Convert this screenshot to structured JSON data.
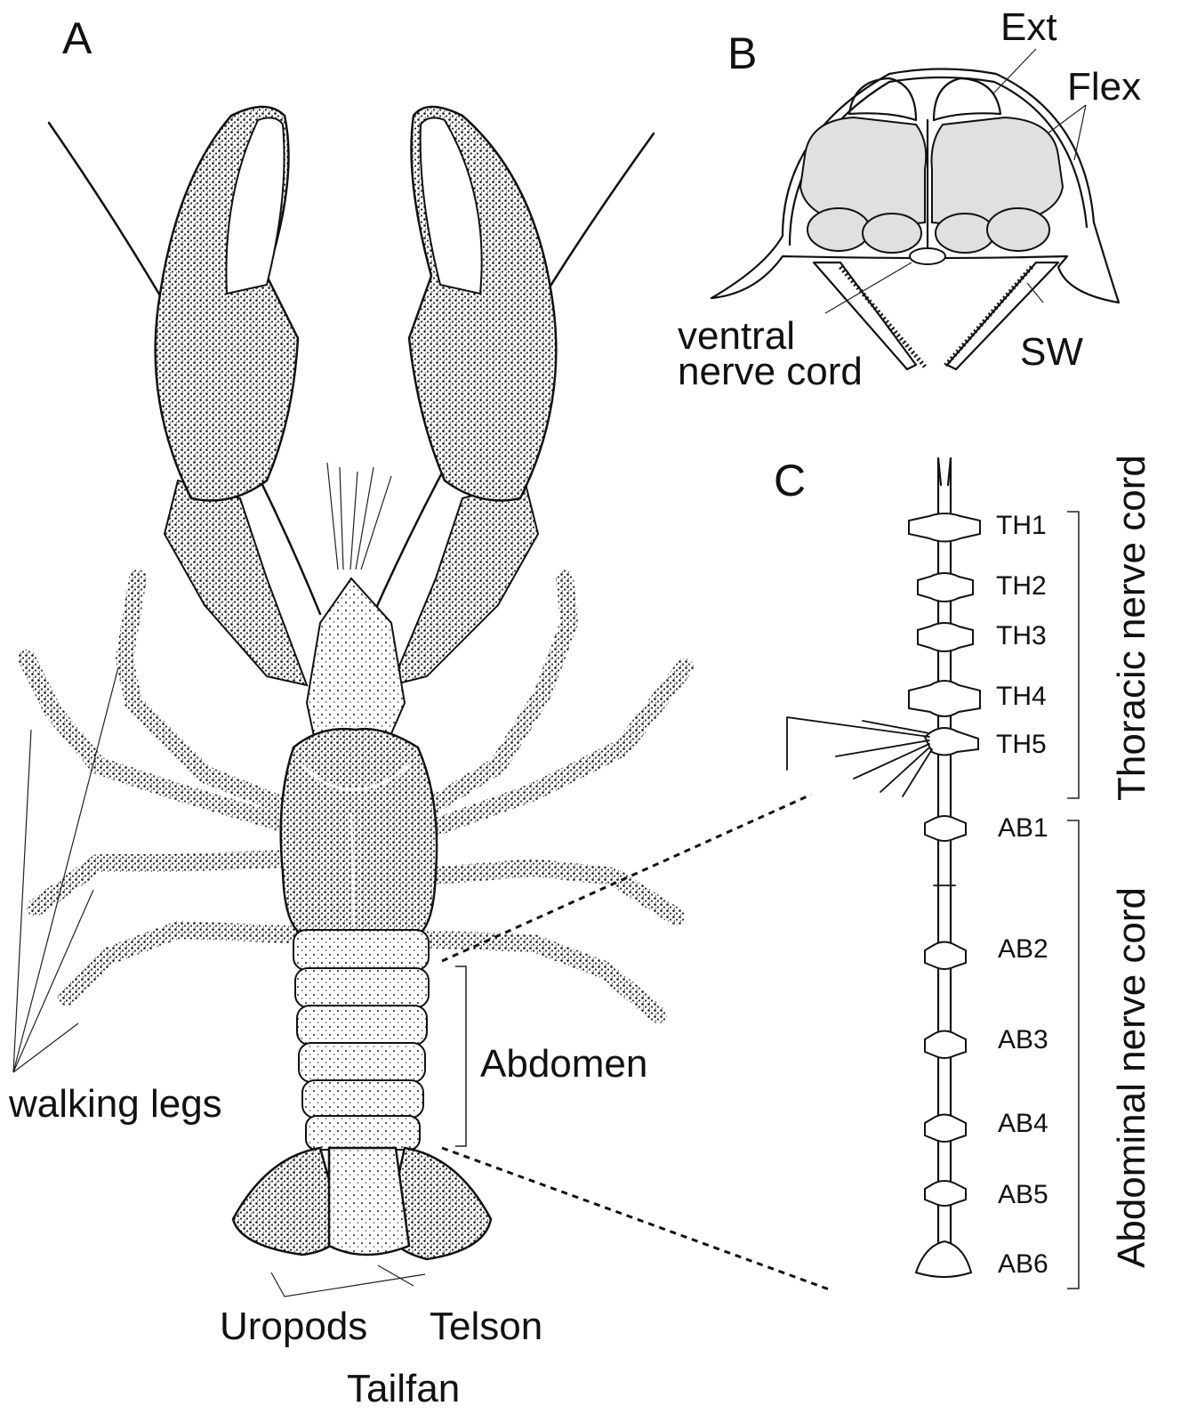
{
  "panels": {
    "a": "A",
    "b": "B",
    "c": "C"
  },
  "panel_a": {
    "walking_legs": "walking legs",
    "abdomen": "Abdomen",
    "uropods": "Uropods",
    "telson": "Telson",
    "tailfan": "Tailfan"
  },
  "panel_b": {
    "ext": "Ext",
    "flex": "Flex",
    "ventral_line1": "ventral",
    "ventral_line2": "nerve cord",
    "sw": "SW"
  },
  "panel_c": {
    "thoracic": [
      "TH1",
      "TH2",
      "TH3",
      "TH4",
      "TH5"
    ],
    "abdominal": [
      "AB1",
      "AB2",
      "AB3",
      "AB4",
      "AB5",
      "AB6"
    ],
    "thoracic_cord_label": "Thoracic nerve cord",
    "abdominal_cord_label": "Abdominal nerve cord"
  },
  "colors": {
    "ink": "#111111",
    "muscle_fill": "#e0e0e0",
    "background": "#ffffff"
  }
}
